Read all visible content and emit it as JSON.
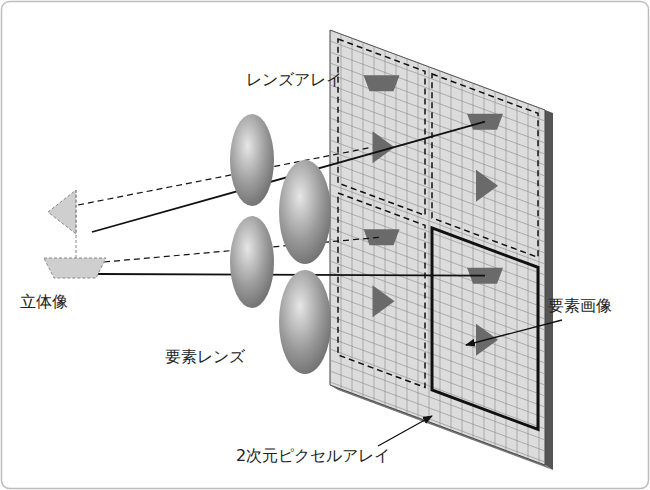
{
  "diagram": {
    "labels": [
      "レンズアレイ",
      "立体像",
      "要素レンズ",
      "要素画像",
      "2次元ピクセルアレイ"
    ]
  }
}
